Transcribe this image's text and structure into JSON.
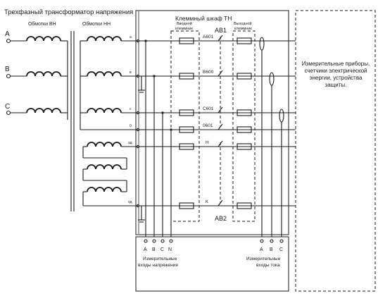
{
  "title": "Трехфазный трансформатор напряжения",
  "labels": {
    "hv_windings": "Обмотки ВН",
    "lv_windings": "Обмотки НН",
    "cabinet": "Клеммный шкаф ТН",
    "input_terminals_1": "Вводной",
    "input_terminals_2": "клеммник",
    "output_terminals_1": "Выходной",
    "output_terminals_2": "клеммник",
    "breaker_1": "АВ1",
    "breaker_2": "АВ2",
    "instruments": "Измерительные приборы, счетчики электрической энергии, устройства защиты.",
    "voltage_inputs_1": "Измерительные",
    "voltage_inputs_2": "входы напряжения",
    "current_inputs_1": "Измерительные",
    "current_inputs_2": "входы тока"
  },
  "phases": [
    "A",
    "B",
    "C"
  ],
  "lv_terminals": [
    "a",
    "в",
    "с",
    "0",
    "ад",
    "хд"
  ],
  "circuits": [
    "A601",
    "B600",
    "C601",
    "0601",
    "Н",
    "К"
  ],
  "voltage_inputs": [
    "A",
    "B",
    "C",
    "N"
  ],
  "current_inputs": [
    "A",
    "B",
    "C"
  ]
}
